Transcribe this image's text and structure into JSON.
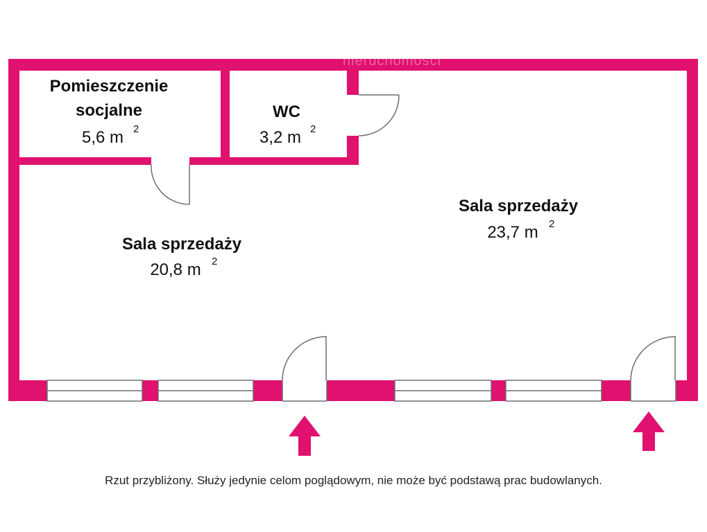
{
  "colors": {
    "wall": "#e0116f",
    "window_line": "#6e6e6e",
    "door_line": "#6e6e6e",
    "text": "#111111"
  },
  "watermark": "nieruchomosci",
  "rooms": {
    "social": {
      "name_line1": "Pomieszczenie",
      "name_line2": "socjalne",
      "area": "5,6 m",
      "exp": "2"
    },
    "wc": {
      "name": "WC",
      "area": "3,2 m",
      "exp": "2"
    },
    "sales_left": {
      "name": "Sala sprzedaży",
      "area": "20,8 m",
      "exp": "2"
    },
    "sales_right": {
      "name": "Sala sprzedaży",
      "area": "23,7 m",
      "exp": "2"
    }
  },
  "icons": {
    "entrance_left": "arrow-up-icon",
    "entrance_right": "arrow-up-icon"
  },
  "disclaimer": "Rzut przybliżony. Służy jedynie celom poglądowym, nie może być podstawą prac budowlanych."
}
